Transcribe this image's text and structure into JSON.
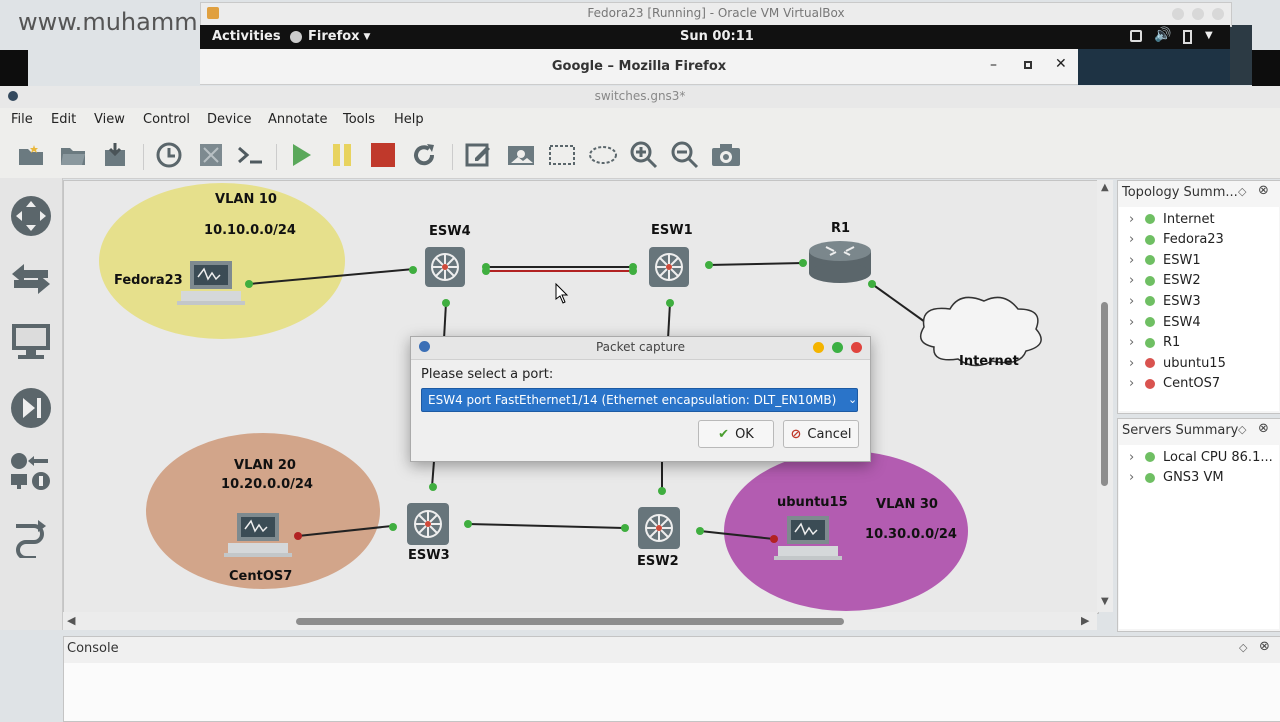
{
  "background_url_text": "www.muhamm",
  "vbox": {
    "title": "Fedora23 [Running] - Oracle VM VirtualBox"
  },
  "gnome": {
    "activities": "Activities",
    "app": "Firefox",
    "clock": "Sun 00:11"
  },
  "firefox": {
    "title": "Google – Mozilla Firefox"
  },
  "gns3": {
    "title": "switches.gns3*",
    "menu": [
      "File",
      "Edit",
      "View",
      "Control",
      "Device",
      "Annotate",
      "Tools",
      "Help"
    ]
  },
  "topology": {
    "vlans": [
      {
        "name": "VLAN 10",
        "subnet": "10.10.0.0/24",
        "color": "#e6e08c"
      },
      {
        "name": "VLAN 20",
        "subnet": "10.20.0.0/24",
        "color": "#d2a58a"
      },
      {
        "name": "VLAN 30",
        "subnet": "10.30.0.0/24",
        "color": "#b35cb1"
      }
    ],
    "devices": {
      "fedora": "Fedora23",
      "centos": "CentOS7",
      "ubuntu": "ubuntu15",
      "esw4": "ESW4",
      "esw1": "ESW1",
      "esw3": "ESW3",
      "esw2": "ESW2",
      "r1": "R1",
      "internet": "Internet"
    }
  },
  "topology_summary": {
    "title": "Topology Summ...",
    "items": [
      {
        "label": "Internet",
        "status": "green"
      },
      {
        "label": "Fedora23",
        "status": "green"
      },
      {
        "label": "ESW1",
        "status": "green"
      },
      {
        "label": "ESW2",
        "status": "green"
      },
      {
        "label": "ESW3",
        "status": "green"
      },
      {
        "label": "ESW4",
        "status": "green"
      },
      {
        "label": "R1",
        "status": "green"
      },
      {
        "label": "ubuntu15",
        "status": "red"
      },
      {
        "label": "CentOS7",
        "status": "red"
      }
    ]
  },
  "servers_summary": {
    "title": "Servers Summary",
    "items": [
      {
        "label": "Local CPU 86.1...",
        "status": "green"
      },
      {
        "label": "GNS3 VM",
        "status": "green"
      }
    ]
  },
  "console": {
    "title": "Console"
  },
  "dialog": {
    "title": "Packet capture",
    "prompt": "Please select a port:",
    "selected_port": "ESW4 port FastEthernet1/14 (Ethernet encapsulation: DLT_EN10MB)",
    "ok": "OK",
    "cancel": "Cancel"
  },
  "colors": {
    "link_up": "#3fae3f",
    "link_down": "#b22222",
    "selection": "#2a74c9"
  }
}
